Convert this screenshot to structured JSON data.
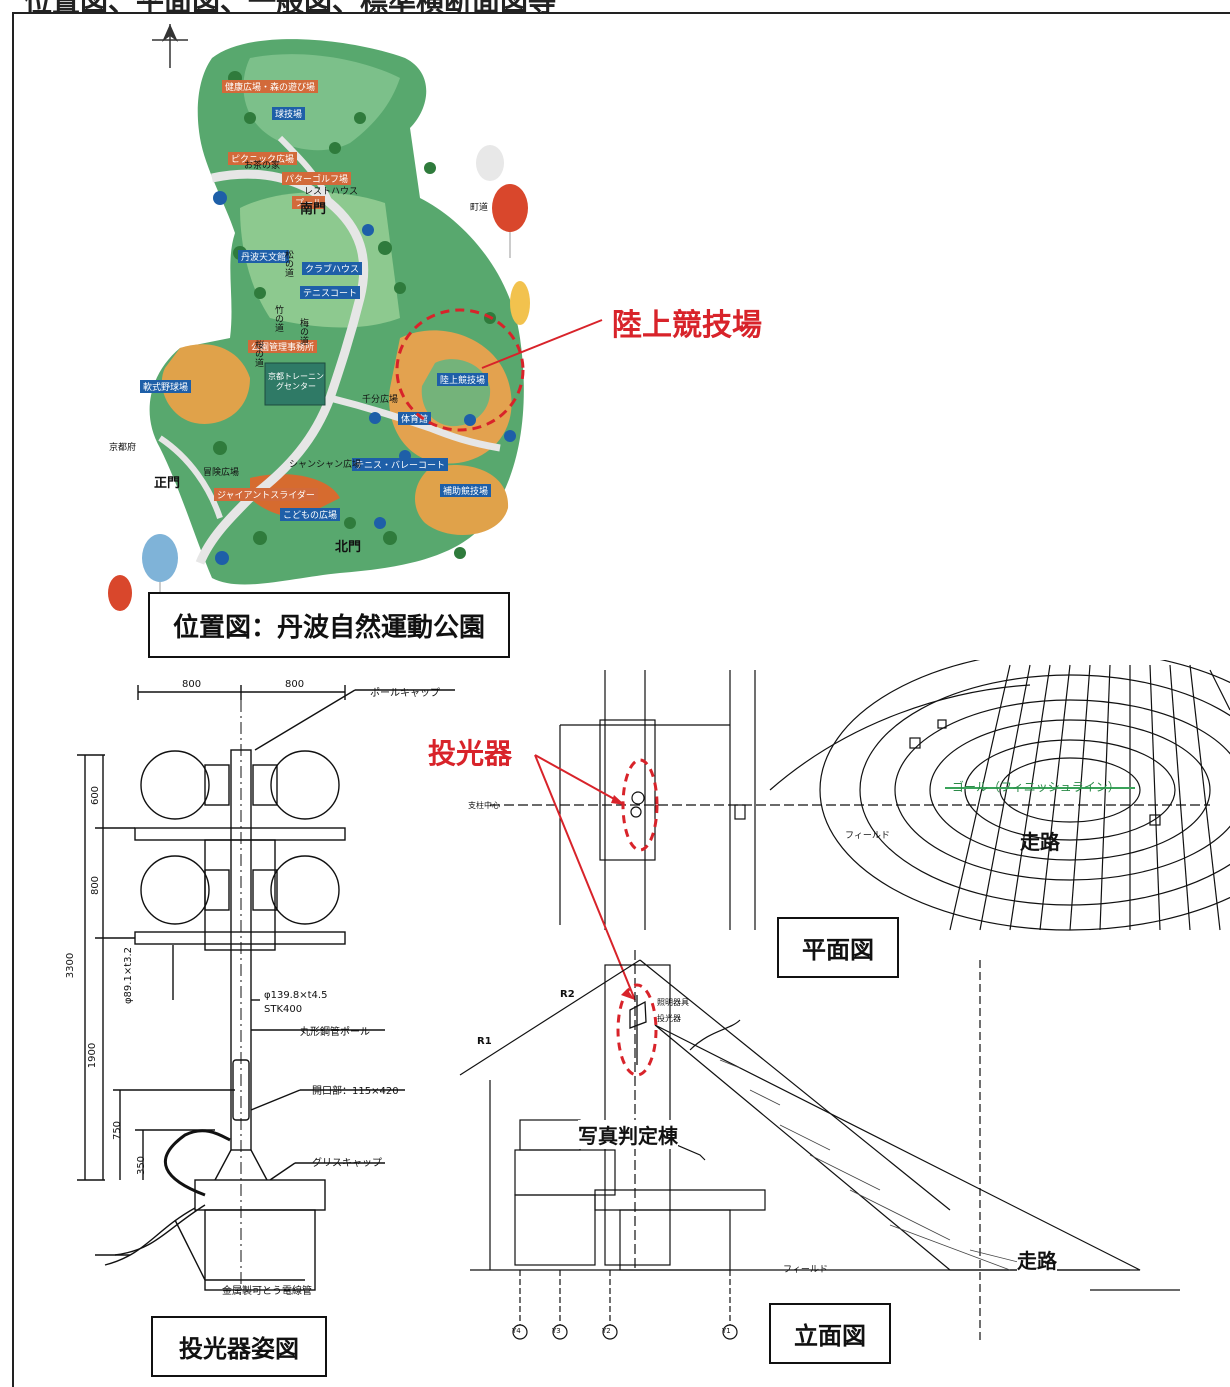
{
  "header": {
    "title": "位置図、平面図、一般図、標準横断面図等"
  },
  "map": {
    "caption": "位置図：丹波自然運動公園",
    "callout": "陸上競技場",
    "gates": {
      "south": "南門",
      "main": "正門",
      "north": "北門"
    },
    "place_labels": [
      "健康広場・森の遊び場",
      "球技場",
      "ピクニック広場",
      "パターゴルフ場",
      "プール",
      "丹波天文館",
      "クラブハウス",
      "テニスコート",
      "公園管理事務所",
      "京都トレーニングセンター",
      "陸上競技場",
      "体育館",
      "テニス・バレーコート",
      "補助競技場",
      "軟式野球場",
      "ジャイアントスライダー",
      "こどもの広場",
      "冒険広場",
      "レストハウス",
      "お茶の家",
      "松の道",
      "竹の道",
      "桜の道",
      "梅の道",
      "シャンシャン広場",
      "千分広場",
      "町道",
      "京都府"
    ],
    "colors": {
      "park": "#58a86e",
      "road": "#dcdcdc",
      "sports": "#e0a24a",
      "badge": "#1e5fa8",
      "balloon_red": "#d9472c",
      "balloon_blue": "#7fb3d8"
    }
  },
  "pole": {
    "caption": "投光器姿図",
    "dims": {
      "width_left": "800",
      "width_right": "800",
      "d600": "600",
      "d800": "800",
      "d3300": "3300",
      "d1900": "1900",
      "d750": "750",
      "d350": "350"
    },
    "notes": {
      "cap": "ポールキャップ",
      "pipe": "φ139.8×t4.5",
      "pipe_mat": "STK400",
      "pole": "丸形鋼管ポール",
      "opening": "開口部：115×420",
      "grease": "グリスキャップ",
      "conduit": "金属製可とう電線管",
      "arm": "φ89.1×t3.2"
    }
  },
  "plan": {
    "caption": "平面図",
    "projector_label": "投光器",
    "track_label": "走路",
    "goal_line": "ゴール（フィニッシュライン）",
    "field": "フィールド",
    "axis": "支柱中心"
  },
  "elevation": {
    "caption": "立面図",
    "building": "写真判定棟",
    "track_label": "走路",
    "field": "フィールド",
    "r1": "R1",
    "r2": "R2",
    "light": "照明器具",
    "mast": "投光器",
    "grid": [
      "Y4",
      "Y3",
      "Y2",
      "Y1"
    ]
  },
  "accent": "#d8232a"
}
